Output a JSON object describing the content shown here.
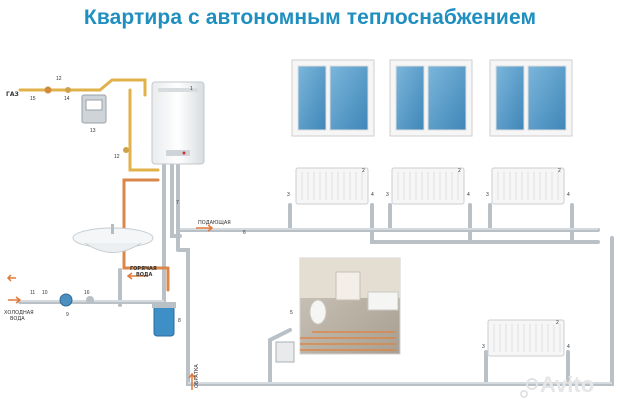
{
  "title": "Квартира с автономным теплоснабжением",
  "labels": {
    "gas": "ГАЗ",
    "supply": "ПОДАЮЩАЯ",
    "hot_water_1": "ГОРЯЧАЯ",
    "hot_water_2": "ВОДА",
    "cold_water_1": "ХОЛОДНАЯ",
    "cold_water_2": "ВОДА",
    "return": "ОБРАТКА",
    "watermark": "Avito"
  },
  "numbers": {
    "n1": "1",
    "n2a": "2",
    "n2b": "2",
    "n2c": "2",
    "n2d": "2",
    "n3a": "3",
    "n3b": "3",
    "n3c": "3",
    "n3d": "3",
    "n4a": "4",
    "n4b": "4",
    "n4c": "4",
    "n4d": "4",
    "n5": "5",
    "n6": "6",
    "n7": "7",
    "n8": "8",
    "n9": "9",
    "n10": "10",
    "n11": "11",
    "n12a": "12",
    "n12b": "12",
    "n13": "13",
    "n14": "14",
    "n15": "15",
    "n16": "16"
  },
  "colors": {
    "title": "#1f8fbf",
    "pipe_gray": "#c4c9cd",
    "pipe_copper": "#d9874a",
    "pipe_yellow": "#e4b84a",
    "arrow": "#e07a3a",
    "window_glass": "#5a9fc8",
    "radiator": "#f4f4f4"
  }
}
